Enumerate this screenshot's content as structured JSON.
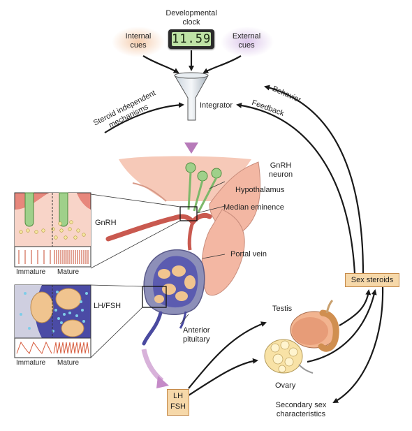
{
  "clock": {
    "title_line1": "Developmental",
    "title_line2": "clock",
    "reading": "11.59"
  },
  "inputs": {
    "internal_line1": "Internal",
    "internal_line2": "cues",
    "external_line1": "External",
    "external_line2": "cues"
  },
  "integrator": "Integrator",
  "steroid_independent_line1": "Steroid independent",
  "steroid_independent_line2": "mechanisms",
  "feedback_arrows": {
    "behavior": "Behavior",
    "feedback": "Feedback"
  },
  "brain_labels": {
    "gnrh_neuron_line1": "GnRH",
    "gnrh_neuron_line2": "neuron",
    "hypothalamus": "Hypothalamus",
    "median_eminence": "Median eminence",
    "portal_vein": "Portal vein",
    "anterior_pituitary_line1": "Anterior",
    "anterior_pituitary_line2": "pituitary"
  },
  "inset_top": {
    "label": "GnRH",
    "left_caption": "Immature",
    "right_caption": "Mature"
  },
  "inset_bottom": {
    "label": "LH/FSH",
    "left_caption": "Immature",
    "right_caption": "Mature"
  },
  "gonadotropin_box": {
    "line1": "LH",
    "line2": "FSH"
  },
  "sex_steroids_box": "Sex steroids",
  "gonads": {
    "testis": "Testis",
    "ovary": "Ovary"
  },
  "secondary_line1": "Secondary sex",
  "secondary_line2": "characteristics",
  "colors": {
    "arrow": "#1a1a1a",
    "purple_arrow": "#c58bc8",
    "box_fill": "#f6d8a9",
    "hypothalamus": "#f3b7a3",
    "neuron": "#9fd08a",
    "pituitary_blue": "#5b5bb0",
    "vessel": "#c9594f"
  }
}
